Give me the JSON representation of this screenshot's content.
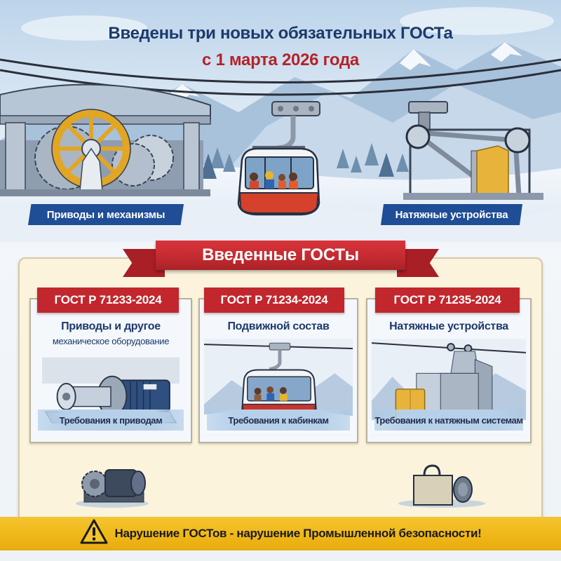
{
  "header": {
    "title": "Введены три новых обязательных ГОСТа",
    "subtitle": "с 1 марта 2026 года"
  },
  "hero": {
    "left_label": "Приводы и механизмы",
    "right_label": "Натяжные устройства",
    "illustrations": [
      "drive-station-with-yellow-bullwheel",
      "gondola-cabin-on-cable",
      "tensioning-device-with-counterweight"
    ]
  },
  "section": {
    "ribbon_title": "Введенные ГОСТы"
  },
  "cards": [
    {
      "code": "ГОСТ Р 71233-2024",
      "title_line1": "Приводы и другое",
      "title_line2": "механическое оборудование",
      "illustration": "electric-motor-drive",
      "requirement": "Требования к приводам"
    },
    {
      "code": "ГОСТ Р 71234-2024",
      "title_line1": "Подвижной состав",
      "title_line2": "",
      "illustration": "gondola-cabin",
      "requirement": "Требования к кабинкам"
    },
    {
      "code": "ГОСТ Р 71235-2024",
      "title_line1": "Натяжные устройства",
      "title_line2": "",
      "illustration": "tension-counterweight-tower",
      "requirement": "Требования к натяжным системам"
    }
  ],
  "warning": {
    "icon": "warning-triangle-icon",
    "text": "Нарушение ГОСТов - нарушение Промышленной безопасности!"
  },
  "colors": {
    "title_blue": "#1c3a6b",
    "accent_red": "#c1272d",
    "tag_blue": "#1f4d96",
    "warning_yellow": "#f0b91a",
    "panel_cream": "#fbf3dc",
    "cable_car_red": "#d6412c",
    "bullwheel_yellow": "#e2a623"
  }
}
